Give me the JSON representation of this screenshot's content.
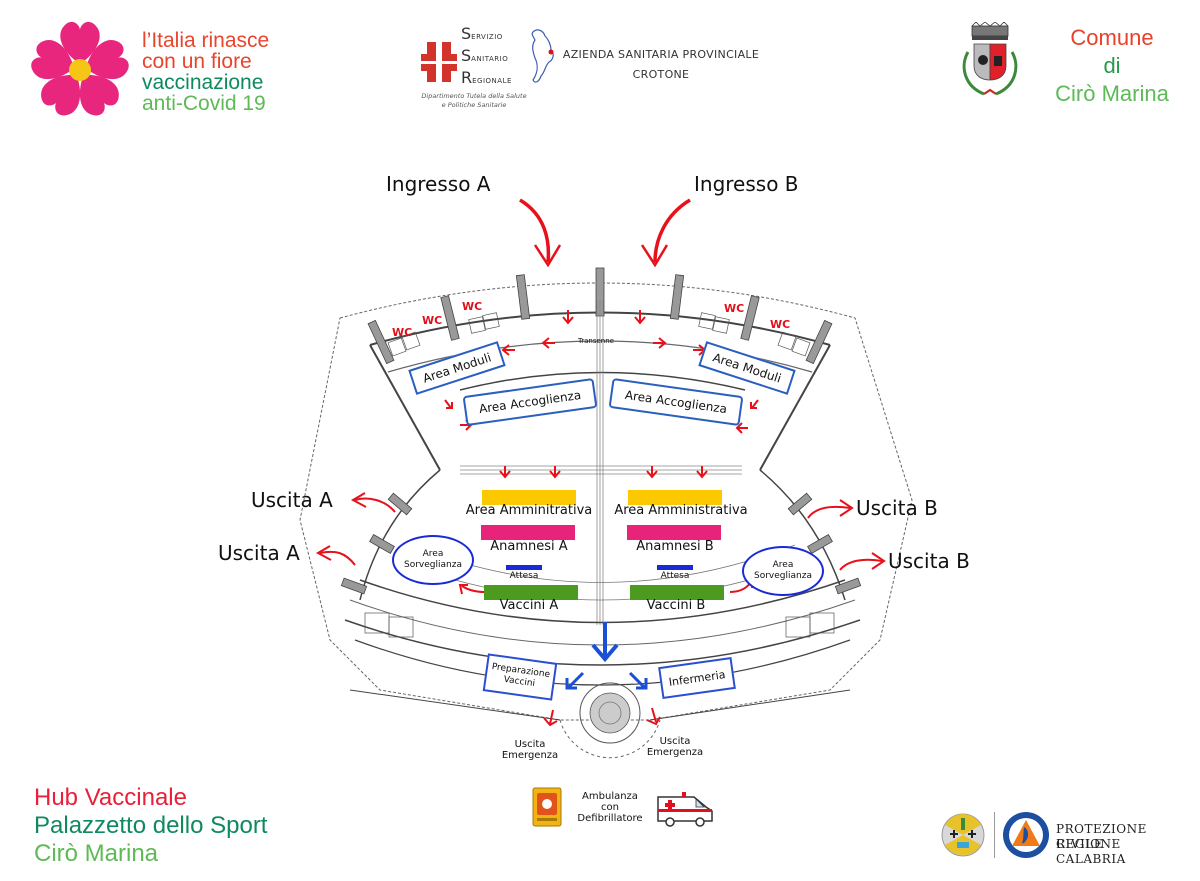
{
  "header": {
    "campaign_logo": {
      "lines": [
        "l’Italia rinasce",
        "con un fiore",
        "vaccinazione",
        "anti-Covid 19"
      ],
      "colors": {
        "petal": "#e8267e",
        "center": "#f7c516",
        "line1": "#e8452c",
        "line3": "#0f8a5f",
        "line4": "#5dba56"
      }
    },
    "ssr_logo": {
      "letters": [
        "S",
        "S",
        "R"
      ],
      "words": [
        "ERVIZIO",
        "ANITARIO",
        "EGIONALE"
      ],
      "department": [
        "Dipartimento Tutela della Salute",
        "e Politiche Sanitarie"
      ],
      "asp_line1": "AZIENDA SANITARIA PROVINCIALE",
      "asp_line2": "CROTONE",
      "cross_color": "#d2332b"
    },
    "comune_logo": {
      "lines": [
        "Comune",
        "di",
        "Cirò Marina"
      ],
      "colors": [
        "#e8402a",
        "#2a9a4a",
        "#5dba56"
      ]
    }
  },
  "diagram": {
    "entrances": [
      "Ingresso A",
      "Ingresso B"
    ],
    "exits_left": [
      "Uscita A",
      "Uscita A"
    ],
    "exits_right": [
      "Uscita B",
      "Uscita B"
    ],
    "wc_labels": [
      "WC",
      "WC",
      "WC",
      "WC",
      "WC"
    ],
    "transenne": "Transenne",
    "area_moduli": "Area Moduli",
    "area_accoglienza": "Area Accoglienza",
    "left_column": {
      "amministrativa": "Area Amminitrativa",
      "anamnesi": "Anamnesi A",
      "attesa": "Attesa",
      "vaccini": "Vaccini A"
    },
    "right_column": {
      "amministrativa": "Area Amministrativa",
      "anamnesi": "Anamnesi B",
      "attesa": "Attesa",
      "vaccini": "Vaccini B"
    },
    "sorveglianza": [
      "Area",
      "Sorveglianza"
    ],
    "preparazione": [
      "Preparazione",
      "Vaccini"
    ],
    "infermeria": "Infermeria",
    "uscita_emergenza": [
      "Uscita",
      "Emergenza"
    ],
    "colors": {
      "amministrativa": "#fcc800",
      "anamnesi": "#e8237a",
      "attesa": "#1a2bd6",
      "vaccini": "#4c9a1f",
      "red_arrow": "#e8101a",
      "blue_arrow": "#1a4fd6",
      "box_border": "#2a5fc0"
    }
  },
  "footer": {
    "title": [
      "Hub Vaccinale",
      "Palazzetto dello Sport",
      "Cirò Marina"
    ],
    "title_colors": [
      "#e8203a",
      "#0f8a5f",
      "#5dba56"
    ],
    "ambulance": [
      "Ambulanza",
      "con",
      "Defibrillatore"
    ],
    "protezione_civile": [
      "PROTEZIONE CIVILE",
      "REGIONE CALABRIA"
    ]
  }
}
